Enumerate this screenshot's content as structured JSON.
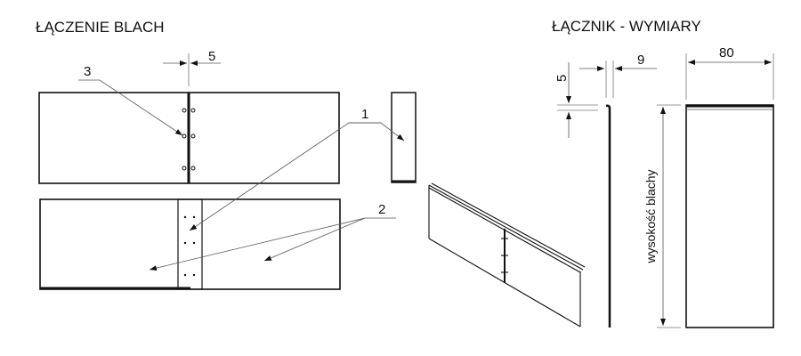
{
  "left": {
    "title": "ŁĄCZENIE BLACH",
    "dim_gap": "5",
    "callout_1": "1",
    "callout_2": "2",
    "callout_3": "3"
  },
  "right": {
    "title": "ŁĄCZNIK - WYMIARY",
    "dim_hook_height": "5",
    "dim_hook_width": "9",
    "dim_width": "80",
    "dim_height_label": "wysokość blachy"
  },
  "colors": {
    "line": "#111111",
    "dimension": "#555555"
  }
}
